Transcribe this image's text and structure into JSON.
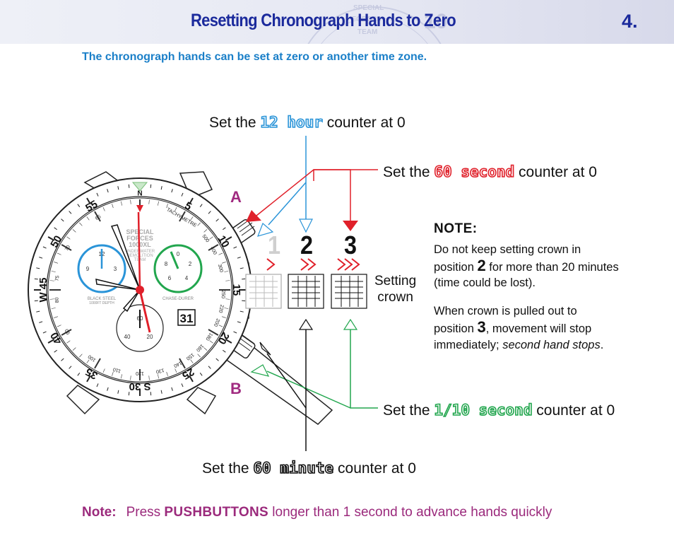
{
  "header": {
    "title": "Resetting Chronograph Hands to Zero",
    "page_number": "4.",
    "deco_text": [
      "SPECIAL",
      "FORCES",
      "TEAM",
      "10"
    ]
  },
  "subtitle": "The chronograph hands can be set at zero or another time zone.",
  "labels": {
    "hour12": {
      "pre": "Set the ",
      "hl": "12 hour",
      "post": " counter at 0"
    },
    "second60": {
      "pre": "Set the ",
      "hl": "60 second",
      "post": " counter at 0"
    },
    "tenth": {
      "pre": "Set the ",
      "hl": "1/10 second",
      "post": " counter at 0"
    },
    "minute60": {
      "pre": "Set the ",
      "hl": "60 minute",
      "post": " counter at 0"
    }
  },
  "pushers": {
    "a": "A",
    "b": "B"
  },
  "crown_positions": [
    "1",
    "2",
    "3"
  ],
  "setting_crown": [
    "Setting",
    "crown"
  ],
  "note": {
    "title": "NOTE:",
    "p1_line1": "Do not keep setting crown in",
    "p1_pre": "position ",
    "p1_num": "2",
    "p1_post": " for more than 20 minutes",
    "p1_line3": "(time could be lost).",
    "p2_line1": "When crown is pulled out to",
    "p2_pre": "position ",
    "p2_num": "3",
    "p2_post": ", movement will stop",
    "p2_line3_pre": "immediately; ",
    "p2_line3_em": "second hand stops",
    "p2_line3_post": "."
  },
  "bottom_note": {
    "label": "Note:",
    "pre": "Press ",
    "strong": "PUSHBUTTONS",
    "post": " longer than 1 second to advance hands quickly"
  },
  "watch": {
    "bezel_numbers": [
      "N",
      "5",
      "10",
      "15",
      "20",
      "25",
      "S 30",
      "35",
      "40",
      "W 45",
      "50",
      "55"
    ],
    "tachy_numbers": [
      "TACHYMETRE",
      "500",
      "400",
      "300",
      "250",
      "220",
      "200",
      "180",
      "160",
      "150",
      "140",
      "130",
      "120",
      "110",
      "100",
      "90",
      "80",
      "75",
      "70",
      "65"
    ],
    "dial_text": [
      "SPECIAL",
      "FORCES",
      "1000XL",
      "UNDERWATER",
      "DEMOLITION",
      "TEAM"
    ],
    "left_dial_text": [
      "BLACK STEEL",
      "1000FT DEPTH"
    ],
    "right_dial_text": "CHASE-DURER",
    "left_sub_numbers": [
      "12",
      "3",
      "6",
      "9"
    ],
    "right_sub_numbers": [
      "0",
      "2",
      "4",
      "6",
      "8"
    ],
    "bottom_sub_numbers": [
      "60",
      "20",
      "40"
    ],
    "date": "31",
    "colors": {
      "blue": "#2a94d8",
      "green": "#22a64e",
      "red": "#e0202a",
      "brand": "#1b2a9c",
      "magenta": "#9b2a7c"
    }
  }
}
